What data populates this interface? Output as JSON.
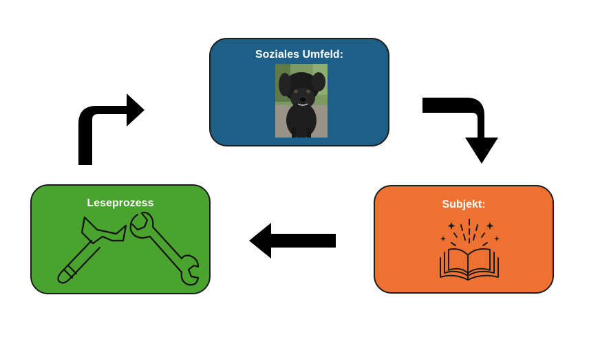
{
  "nodes": {
    "umfeld": {
      "title": "Soziales Umfeld:",
      "color": "#1d5f86",
      "image": "dog-photo"
    },
    "subjekt": {
      "title": "Subjekt:",
      "color": "#ed7231",
      "icon": "open-book-icon"
    },
    "lese": {
      "title": "Leseprozess",
      "color": "#4aa32e",
      "icons": [
        "hammer-icon",
        "wrench-icon"
      ]
    }
  },
  "flow": [
    "Soziales Umfeld:",
    "Subjekt:",
    "Leseprozess"
  ],
  "arrow_color": "#000000"
}
